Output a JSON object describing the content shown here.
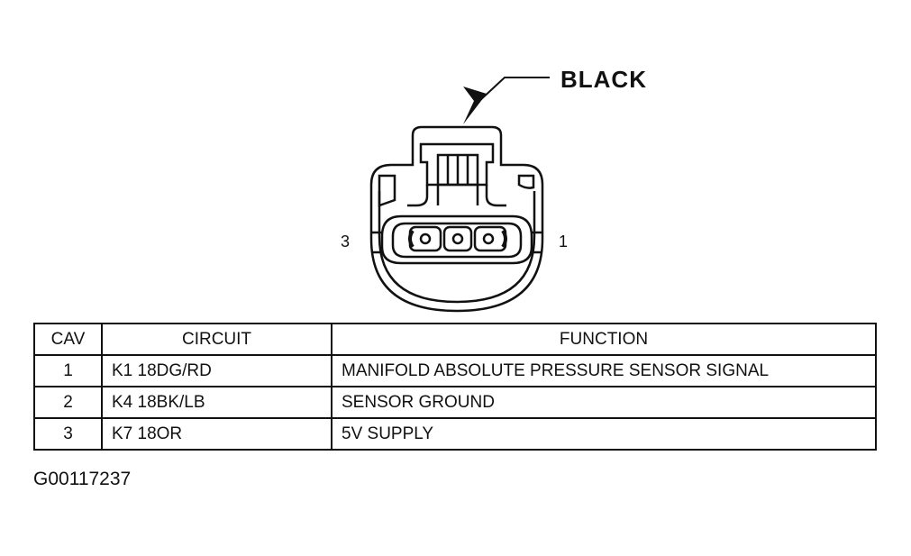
{
  "connector": {
    "color_label": "BLACK",
    "left_cavity_label": "3",
    "right_cavity_label": "1"
  },
  "table": {
    "headers": [
      "CAV",
      "CIRCUIT",
      "FUNCTION"
    ],
    "rows": [
      {
        "cav": "1",
        "circuit": "K1 18DG/RD",
        "function": "MANIFOLD ABSOLUTE PRESSURE SENSOR SIGNAL"
      },
      {
        "cav": "2",
        "circuit": "K4 18BK/LB",
        "function": "SENSOR GROUND"
      },
      {
        "cav": "3",
        "circuit": "K7 18OR",
        "function": "5V SUPPLY"
      }
    ]
  },
  "figure_id": "G00117237"
}
